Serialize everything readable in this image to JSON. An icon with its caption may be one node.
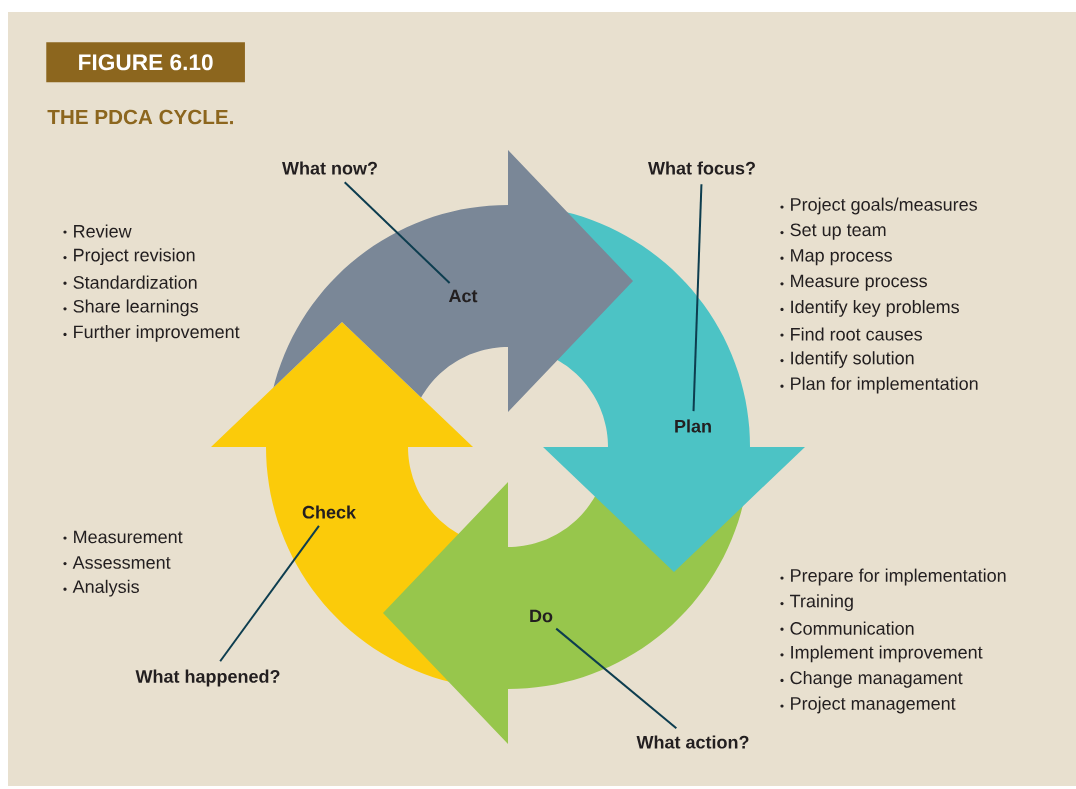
{
  "diagram": {
    "title": "THE PDCA CYCLE.",
    "nodes": [
      {
        "text": [
          "Act"
        ],
        "beside": [
          "Review",
          "Project revision",
          "Standardization",
          "Share learnings",
          "Further improvement"
        ]
      },
      {
        "text": [
          "Plan"
        ],
        "beside": [
          "Project goals/measures",
          "Set up team",
          "Map process",
          "Measure process",
          "Identify key problems",
          "Find root causes",
          "Identify solution",
          "Plan for implementation"
        ]
      },
      {
        "text": [
          "Do"
        ],
        "beside": [
          "Prepare for implementation",
          "Training",
          "Communication",
          "Implement improvement",
          "Change managament",
          "Project management"
        ]
      },
      {
        "text": [
          "Check"
        ],
        "beside": [
          "Measurement",
          "Assessment",
          "Analysis"
        ]
      },
      {
        "text": [
          "What now?"
        ]
      },
      {
        "text": [
          "What focus?"
        ]
      },
      {
        "text": [
          "What action?"
        ]
      },
      {
        "text": [
          "What happened?"
        ]
      }
    ],
    "edges": [
      {
        "from": 4,
        "to": 0,
        "arrow": "none"
      },
      {
        "from": 5,
        "to": 1,
        "arrow": "none"
      },
      {
        "from": 6,
        "to": 2,
        "arrow": "none"
      },
      {
        "from": 7,
        "to": 3,
        "arrow": "none"
      }
    ],
    "labels": [
      "FIGURE 6.10"
    ]
  }
}
